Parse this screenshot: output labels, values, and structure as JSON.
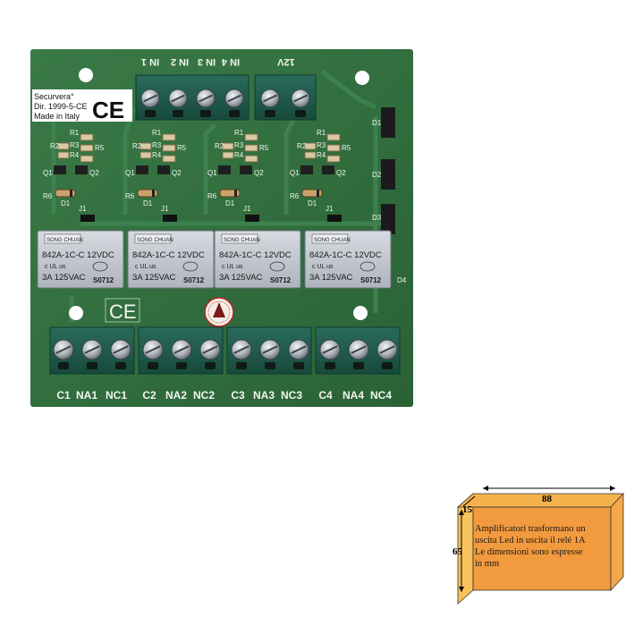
{
  "board": {
    "cert_lines": [
      "Securvera°",
      "Dir. 1999-5-CE",
      "Made in Italy"
    ],
    "ce_mark": "CE",
    "top_inputs": [
      "IN 1",
      "IN 2",
      "IN 3",
      "IN 4"
    ],
    "power_label": "12V",
    "diode_labels": [
      "D1",
      "D2",
      "D3",
      "D4"
    ],
    "relay": {
      "brand": "SONG CHUAN",
      "model": "842A-1C-C 12VDC",
      "rating": "3A 125VAC",
      "lot": "S0712",
      "cert": "c UL us"
    },
    "outputs": [
      [
        "C1",
        "NA1",
        "NC1"
      ],
      [
        "C2",
        "NA2",
        "NC2"
      ],
      [
        "C3",
        "NA3",
        "NC3"
      ],
      [
        "C4",
        "NA4",
        "NC4"
      ]
    ],
    "silk": [
      "R1",
      "R2",
      "R3",
      "R4",
      "R5",
      "Q1",
      "Q2",
      "R6",
      "D1",
      "J1"
    ]
  },
  "dimensions": {
    "width": "88",
    "depth": "15",
    "height": "65",
    "description_lines": [
      "Amplificatori trasformano un",
      "uscita Led in uscita il relé 1A",
      "Le dimensioni sono espresse",
      "in mm"
    ]
  },
  "colors": {
    "pcb": "#2f6b3c",
    "terminal": "#1e5a4a",
    "relay": "#c9ced6",
    "box_front": "#f29a3e",
    "box_side": "#f7c35a"
  }
}
